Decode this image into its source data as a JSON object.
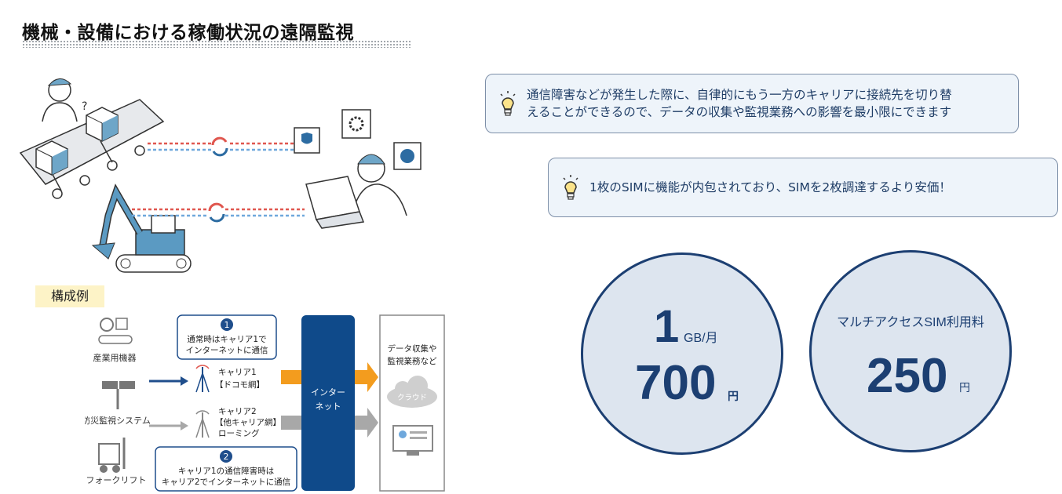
{
  "title": "機械・設備における稼働状況の遠隔監視",
  "badge": "構成例",
  "callouts": [
    {
      "line1": "通信障害などが発生した際に、自律的にもう一方のキャリアに接続先を切り替",
      "line2": "えることができるので、データの収集や監視業務への影響を最小限にできます",
      "icon": "lightbulb-icon"
    },
    {
      "line1": "1枚のSIMに機能が内包されており、SIMを2枚調達するより安価！",
      "icon": "lightbulb-icon"
    }
  ],
  "pricing": {
    "data_amount": "1",
    "data_unit": "GB/月",
    "data_price": "700",
    "data_price_unit": "円",
    "fee_label": "マルチアクセスSIM利用料",
    "fee_price": "250",
    "fee_price_unit": "円"
  },
  "diagram": {
    "devices": [
      "産業用機器",
      "防災監視システム",
      "フォークリフト"
    ],
    "step1_num": "1",
    "step1_line1": "通常時はキャリア1で",
    "step1_line2": "インターネットに通信",
    "carrier1_line1": "キャリア1",
    "carrier1_line2": "【ドコモ網】",
    "carrier2_line1": "キャリア2",
    "carrier2_line2": "【他キャリア網】",
    "carrier2_line3": "ローミング",
    "step2_num": "2",
    "step2_line1": "キャリア1の通信障害時は",
    "step2_line2": "キャリア2でインターネットに通信",
    "internet_line1": "インター",
    "internet_line2": "ネット",
    "dest_line1": "データ収集や",
    "dest_line2": "監視業務など",
    "cloud": "クラウド"
  },
  "colors": {
    "accent": "#1c3f72",
    "orange": "#f39c1e",
    "gray": "#a8a8a8",
    "internet": "#0f4a8a"
  }
}
